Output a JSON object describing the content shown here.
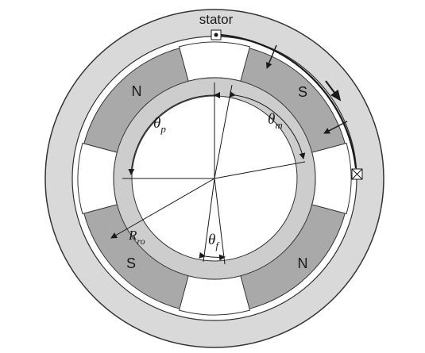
{
  "labels": {
    "stator": "stator",
    "pole_top_left": "N",
    "pole_top_right": "S",
    "pole_bottom_left": "S",
    "pole_bottom_right": "N"
  },
  "symbols": {
    "theta_p": {
      "base": "θ",
      "sub": "p"
    },
    "theta_m": {
      "base": "θ",
      "sub": "m"
    },
    "theta_f": {
      "base": "θ",
      "sub": "f"
    },
    "r_ro": {
      "base": "R",
      "sub": "ro"
    }
  },
  "colors": {
    "background": "#ffffff",
    "stator": "#d9d9d9",
    "magnet": "#a9a9a9",
    "rotor_ring": "#cdcdcd",
    "outline": "#333333"
  }
}
